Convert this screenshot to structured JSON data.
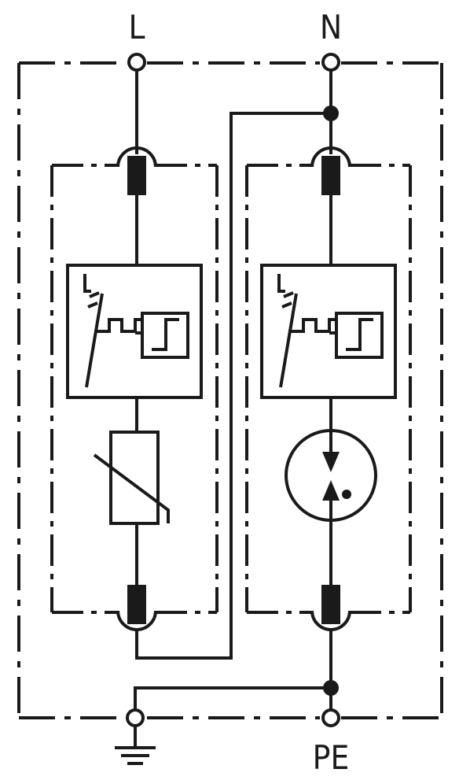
{
  "labels": {
    "line": "L",
    "neutral": "N",
    "protective_earth": "PE"
  },
  "colors": {
    "stroke": "#1a1a1a",
    "background": "#ffffff"
  },
  "icons": {
    "ground": "ground-icon",
    "varistor": "varistor-icon",
    "spark_gap": "spark-gap-icon",
    "thermal_disconnector": "thermal-disconnector-icon"
  }
}
